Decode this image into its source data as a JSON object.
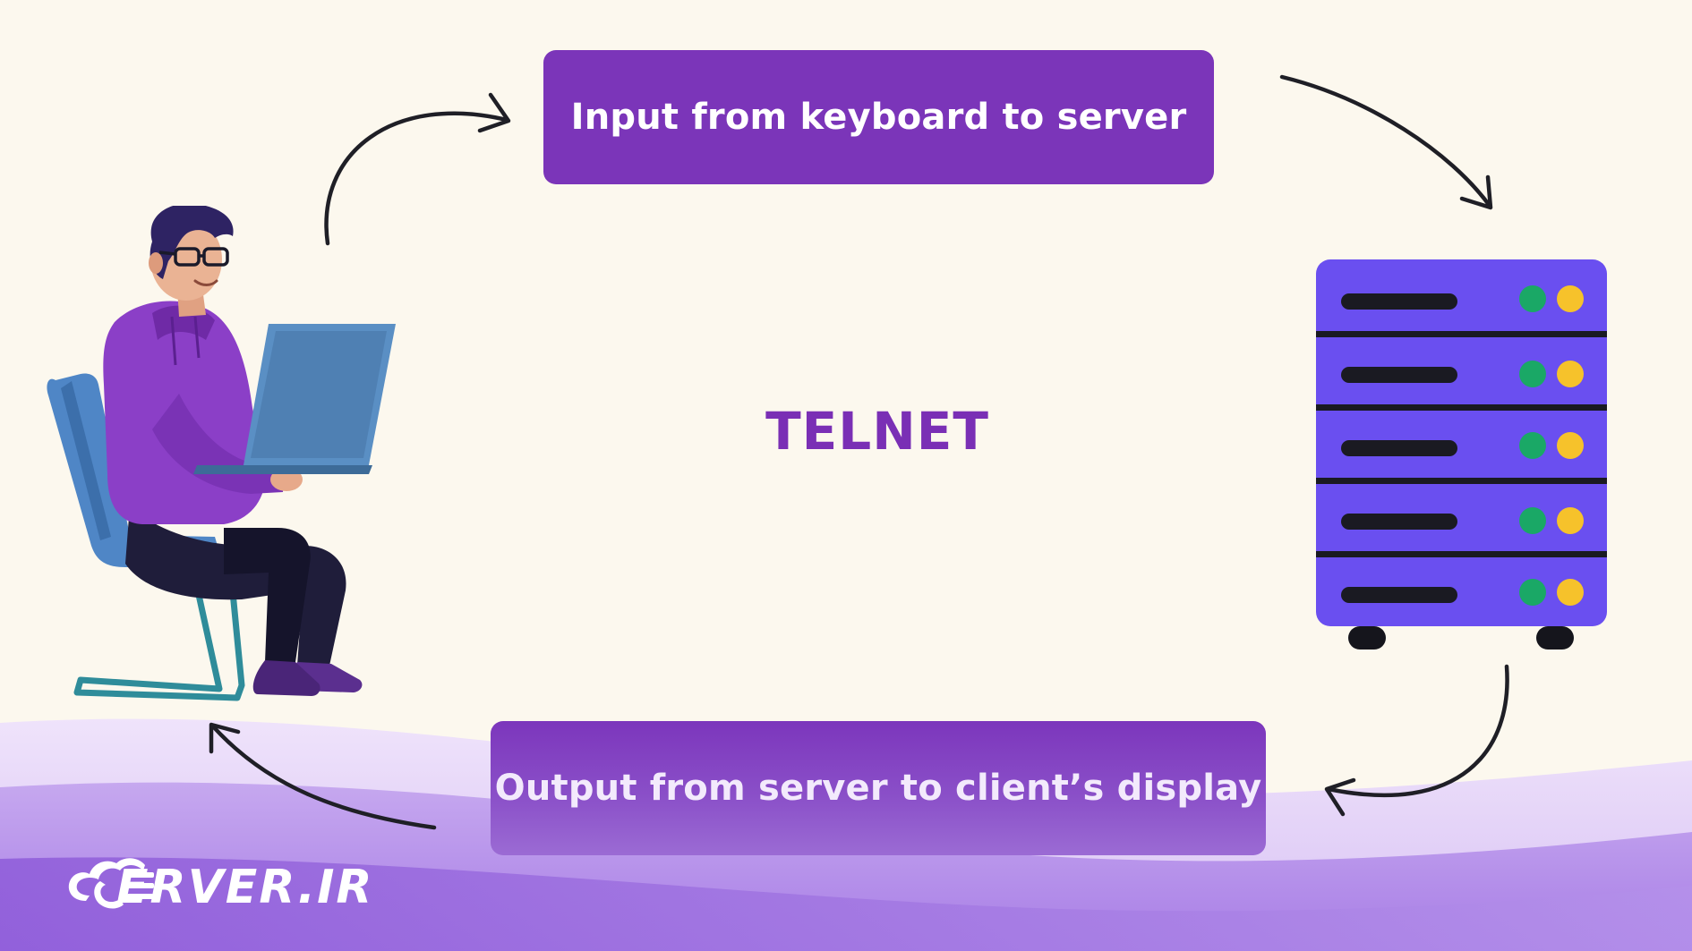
{
  "diagram": {
    "title": "TELNET",
    "input_label": "Input from keyboard to server",
    "output_label": "Output from server to client’s display"
  },
  "brand": {
    "logo_text": "ERVER.IR"
  },
  "colors": {
    "background": "#fcf8ee",
    "box_purple": "#7b35b9",
    "title_purple": "#7a2fb5",
    "server_body": "#6a4ff0",
    "led_green": "#1aa866",
    "led_yellow": "#f6c22b"
  },
  "icons": [
    "user-at-laptop-illustration",
    "server-rack-icon",
    "cloud-logo-icon"
  ]
}
